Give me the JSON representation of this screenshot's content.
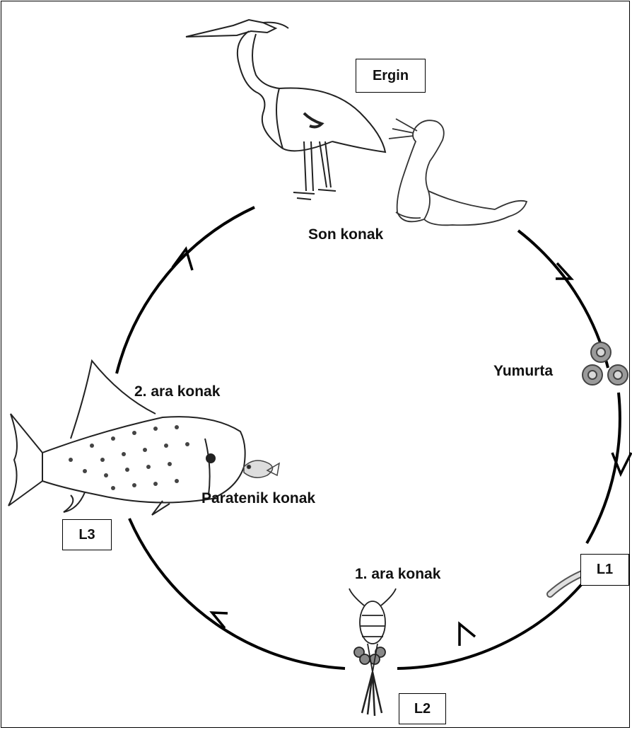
{
  "labels": {
    "final_host": "Son konak",
    "egg": "Yumurta",
    "first_intermediate_host": "1. ara konak",
    "second_intermediate_host": "2. ara konak",
    "paratenic_host": "Paratenik konak"
  },
  "stage_boxes": {
    "adult": "Ergin",
    "l1": "L1",
    "l2": "L2",
    "l3": "L3"
  },
  "colors": {
    "line": "#000000",
    "sketch": "#222222",
    "egg_fill": "#9a9a9a"
  },
  "icons": [
    "heron-drawing",
    "seal-drawing",
    "egg-cluster-drawing",
    "larva-drawing",
    "copepod-drawing",
    "large-fish-drawing",
    "small-fish-drawing"
  ]
}
